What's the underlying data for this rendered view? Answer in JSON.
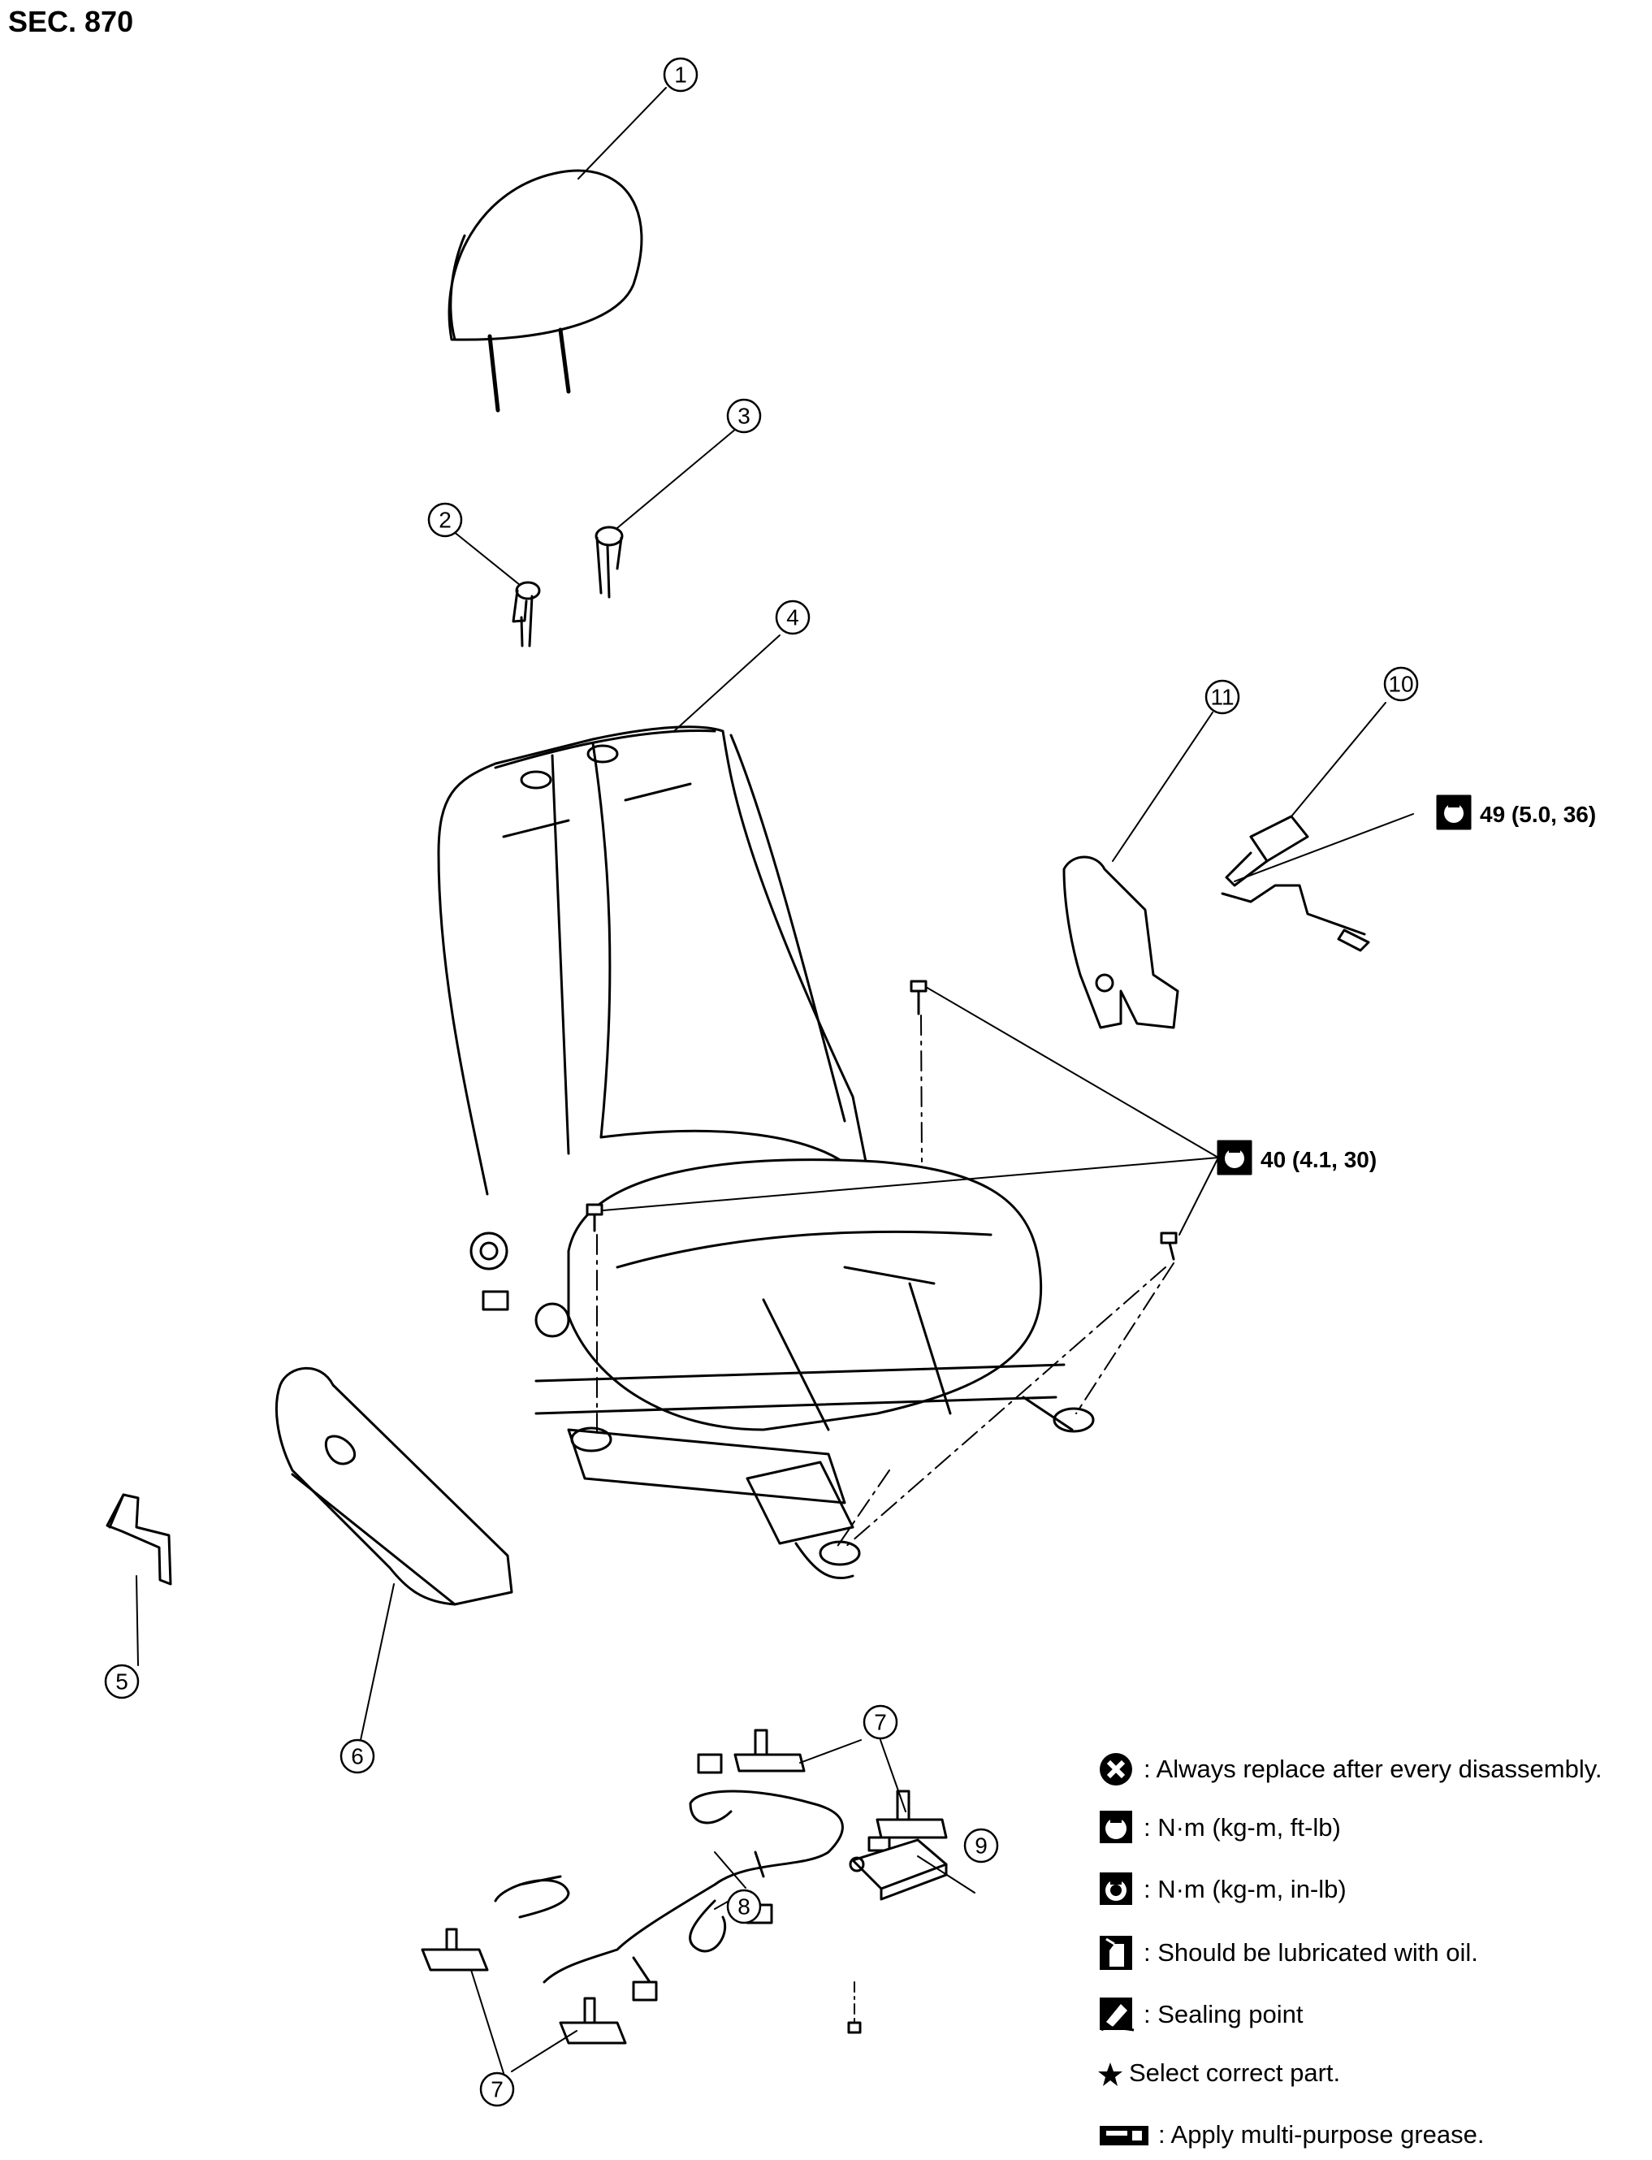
{
  "section": "SEC. 870",
  "callouts": [
    {
      "id": "c1",
      "label": "1"
    },
    {
      "id": "c2",
      "label": "2"
    },
    {
      "id": "c3",
      "label": "3"
    },
    {
      "id": "c4",
      "label": "4"
    },
    {
      "id": "c5",
      "label": "5"
    },
    {
      "id": "c6",
      "label": "6"
    },
    {
      "id": "c7a",
      "label": "7"
    },
    {
      "id": "c7b",
      "label": "7"
    },
    {
      "id": "c8",
      "label": "8"
    },
    {
      "id": "c9",
      "label": "9"
    },
    {
      "id": "c10",
      "label": "10"
    },
    {
      "id": "c11",
      "label": "11"
    }
  ],
  "torques": {
    "belt_buckle": "49 (5.0, 36)",
    "seat_bolts": "40 (4.1, 30)"
  },
  "legend": [
    {
      "icon": "always-replace-icon",
      "text": ": Always replace after every disassembly."
    },
    {
      "icon": "torque-ftlb-icon",
      "text": ": N·m (kg-m, ft-lb)"
    },
    {
      "icon": "torque-inlb-icon",
      "text": ": N·m (kg-m, in-lb)"
    },
    {
      "icon": "oil-can-icon",
      "text": ": Should be lubricated with oil."
    },
    {
      "icon": "sealant-icon",
      "text": ": Sealing point"
    },
    {
      "icon": "star-icon",
      "text": "Select correct part."
    },
    {
      "icon": "grease-icon",
      "text": ": Apply multi-purpose grease."
    }
  ]
}
